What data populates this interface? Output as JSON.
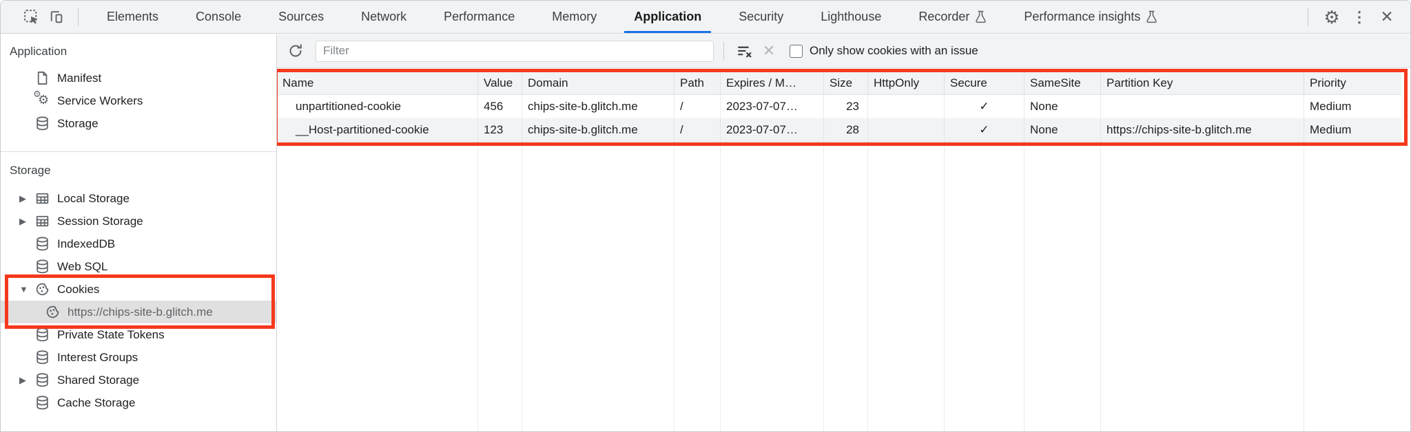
{
  "tabbar": {
    "tabs": [
      {
        "label": "Elements"
      },
      {
        "label": "Console"
      },
      {
        "label": "Sources"
      },
      {
        "label": "Network"
      },
      {
        "label": "Performance"
      },
      {
        "label": "Memory"
      },
      {
        "label": "Application",
        "active": true
      },
      {
        "label": "Security"
      },
      {
        "label": "Lighthouse"
      },
      {
        "label": "Recorder",
        "experiment": true
      },
      {
        "label": "Performance insights",
        "experiment": true
      }
    ],
    "right_icons": [
      "settings-gear",
      "more-kebab",
      "close-x"
    ]
  },
  "sidebar": {
    "sections": [
      {
        "title": "Application",
        "items": [
          {
            "label": "Manifest",
            "icon": "document-icon"
          },
          {
            "label": "Service Workers",
            "icon": "gears-icon"
          },
          {
            "label": "Storage",
            "icon": "database-icon"
          }
        ]
      },
      {
        "title": "Storage",
        "items": [
          {
            "label": "Local Storage",
            "icon": "table-icon",
            "expander": "collapsed"
          },
          {
            "label": "Session Storage",
            "icon": "table-icon",
            "expander": "collapsed"
          },
          {
            "label": "IndexedDB",
            "icon": "database-icon"
          },
          {
            "label": "Web SQL",
            "icon": "database-icon"
          },
          {
            "label": "Cookies",
            "icon": "cookie-icon",
            "expander": "expanded"
          },
          {
            "label": "https://chips-site-b.glitch.me",
            "icon": "cookie-icon",
            "child": true,
            "selected": true
          },
          {
            "label": "Private State Tokens",
            "icon": "database-icon"
          },
          {
            "label": "Interest Groups",
            "icon": "database-icon"
          },
          {
            "label": "Shared Storage",
            "icon": "database-icon",
            "expander": "collapsed"
          },
          {
            "label": "Cache Storage",
            "icon": "database-icon"
          }
        ]
      }
    ]
  },
  "cookies_panel": {
    "filter_placeholder": "Filter",
    "checkbox_label": "Only show cookies with an issue",
    "checkbox_checked": false,
    "table": {
      "columns": [
        "Name",
        "Value",
        "Domain",
        "Path",
        "Expires / M…",
        "Size",
        "HttpOnly",
        "Secure",
        "SameSite",
        "Partition Key",
        "Priority"
      ],
      "rows": [
        [
          "unpartitioned-cookie",
          "456",
          "chips-site-b.glitch.me",
          "/",
          "2023-07-07…",
          "23",
          "",
          "✓",
          "None",
          "",
          "Medium"
        ],
        [
          "__Host-partitioned-cookie",
          "123",
          "chips-site-b.glitch.me",
          "/",
          "2023-07-07…",
          "28",
          "",
          "✓",
          "None",
          "https://chips-site-b.glitch.me",
          "Medium"
        ]
      ]
    }
  },
  "annotations": {
    "color": "#f5391c",
    "highlighted": [
      "cookies-tree-group",
      "cookie-table"
    ]
  }
}
